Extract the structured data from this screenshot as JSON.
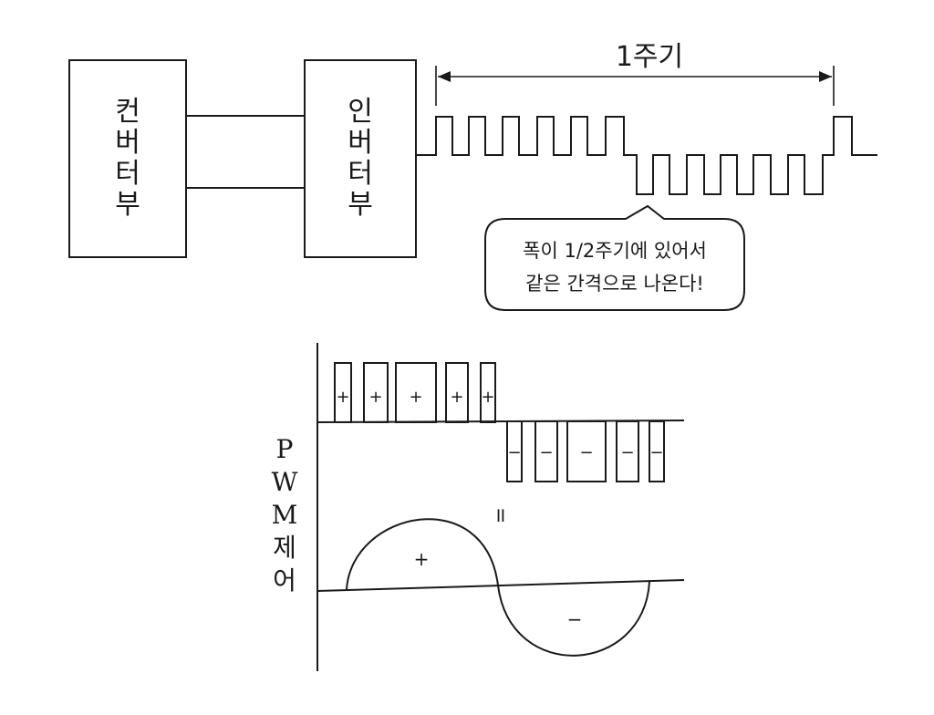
{
  "converter_block": {
    "label_chars": [
      "컨",
      "버",
      "터",
      "부"
    ]
  },
  "inverter_block": {
    "label_chars": [
      "인",
      "버",
      "터",
      "부"
    ]
  },
  "period": {
    "label": "1주기"
  },
  "callout": {
    "line1": "폭이 1/2주기에 있어서",
    "line2": "같은 간격으로 나온다!"
  },
  "pwm": {
    "side_label_chars": [
      "P",
      "W",
      "M",
      "제",
      "어"
    ],
    "positive_sign": "+",
    "negative_sign": "−",
    "equals_sign": "॥",
    "positive_pulse_signs": [
      "+",
      "+",
      "+",
      "+",
      "+"
    ],
    "negative_pulse_signs": [
      "−",
      "−",
      "−",
      "−",
      "−"
    ],
    "sine_positive_sign": "+",
    "sine_negative_sign": "−"
  }
}
